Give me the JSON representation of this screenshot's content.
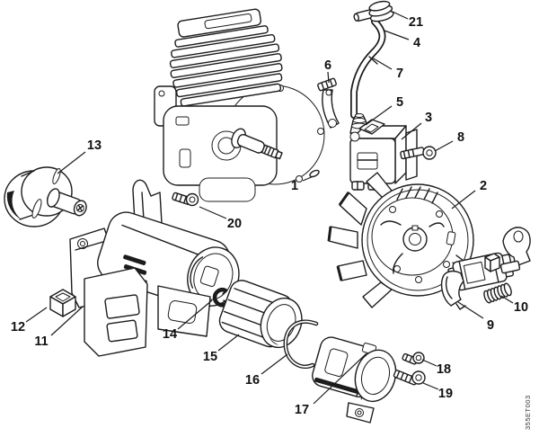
{
  "figure": {
    "code": "355ET003"
  },
  "colors": {
    "background": "#ffffff",
    "line": "#1c1c1c",
    "label": "#111111"
  },
  "callouts": {
    "c1": "1",
    "c2": "2",
    "c3": "3",
    "c4": "4",
    "c5": "5",
    "c6": "6",
    "c7": "7",
    "c8": "8",
    "c9": "9",
    "c10": "10",
    "c11": "11",
    "c12": "12",
    "c13": "13",
    "c14": "14",
    "c15": "15",
    "c16": "16",
    "c17": "17",
    "c18": "18",
    "c19": "19",
    "c20": "20",
    "c21": "21"
  }
}
